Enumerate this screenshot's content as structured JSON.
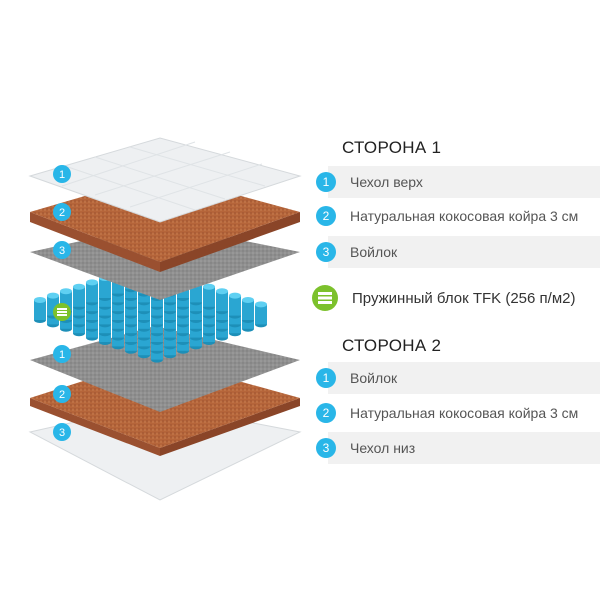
{
  "side1": {
    "title": "СТОРОНА 1",
    "items": [
      {
        "num": "1",
        "label": "Чехол верх"
      },
      {
        "num": "2",
        "label": "Натуральная кокосовая койра 3 см"
      },
      {
        "num": "3",
        "label": "Войлок"
      }
    ]
  },
  "spring_block": {
    "label": "Пружинный блок TFK (256 п/м2)",
    "icon": "spring-block-icon"
  },
  "side2": {
    "title": "СТОРОНА 2",
    "items": [
      {
        "num": "1",
        "label": "Войлок"
      },
      {
        "num": "2",
        "label": "Натуральная кокосовая койра 3 см"
      },
      {
        "num": "3",
        "label": "Чехол низ"
      }
    ]
  },
  "layer_tags": {
    "top": [
      "1",
      "2",
      "3"
    ],
    "bottom": [
      "1",
      "2",
      "3"
    ]
  },
  "colors": {
    "accent_blue": "#29b6e8",
    "accent_green": "#7cc12c",
    "coir": "#b5653a",
    "felt": "#8e8e8e",
    "cover": "#eef0f2"
  }
}
